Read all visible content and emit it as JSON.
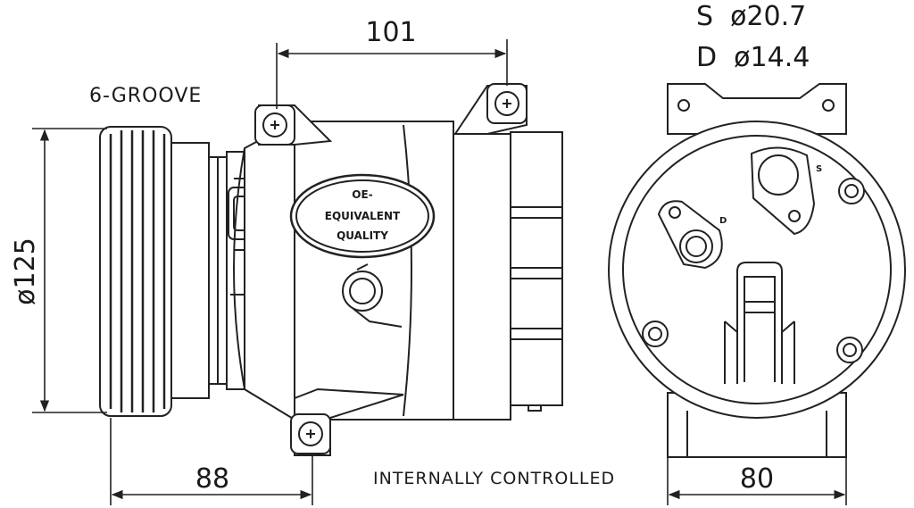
{
  "drawing": {
    "dimensions": {
      "top_width": "101",
      "pulley_diameter": "ø125",
      "bottom_width": "88",
      "side_width": "80",
      "suction": "S  ø20.7",
      "discharge": "D  ø14.4"
    },
    "notes": {
      "groove": "6-GROOVE",
      "control": "INTERNALLY CONTROLLED"
    },
    "stamp": {
      "line1": "OE-",
      "line2": "EQUIVALENT",
      "line3": "QUALITY"
    },
    "port_marks": {
      "suction": "S",
      "discharge": "D"
    },
    "colors": {
      "line": "#222222",
      "fill": "#ffffff"
    }
  }
}
